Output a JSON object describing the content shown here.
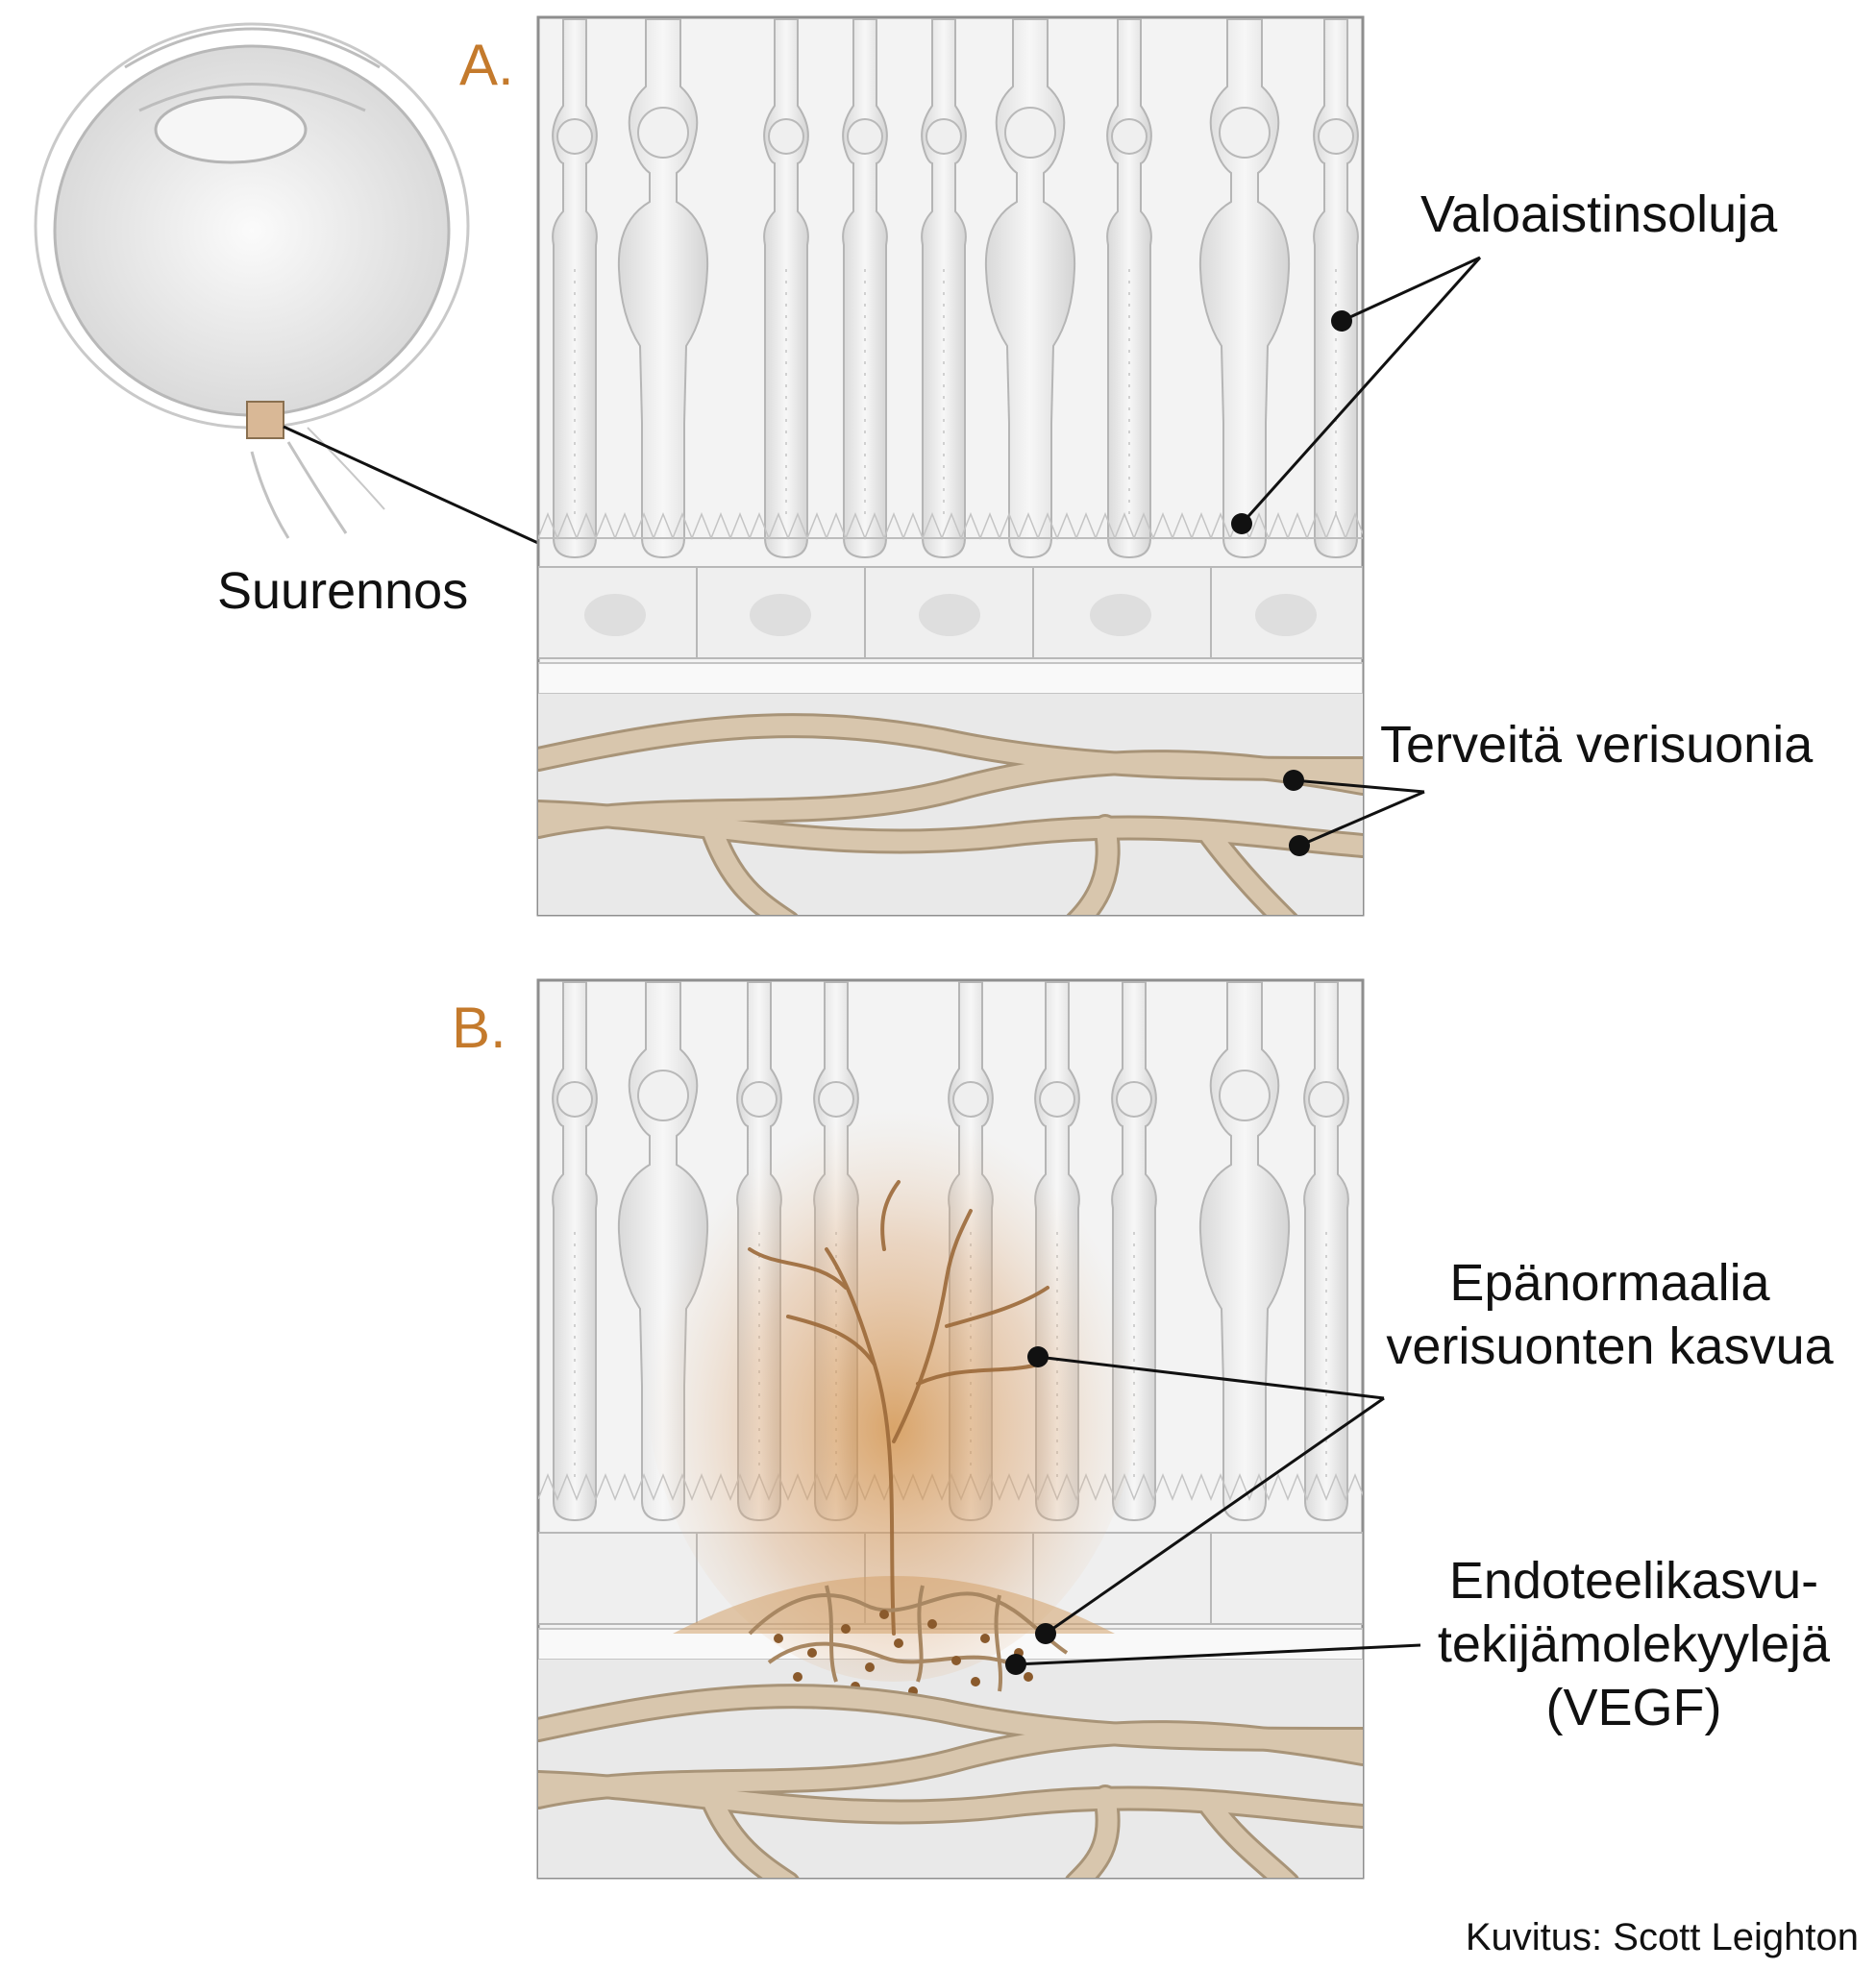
{
  "panels": {
    "a_letter": "A.",
    "b_letter": "B."
  },
  "labels": {
    "magnification": "Suurennos",
    "photoreceptors": "Valoaistinsoluja",
    "healthy_vessels": "Terveitä verisuonia",
    "abnormal_growth_line1": "Epänormaalia",
    "abnormal_growth_line2": "verisuonten kasvua",
    "vegf_line1": "Endoteelikasvu-",
    "vegf_line2": "tekijämolekyylejä",
    "vegf_line3": "(VEGF)"
  },
  "credit": "Kuvitus: Scott Leighton",
  "colors": {
    "vessel": "#d8c6ad",
    "vessel_edge": "#a89478",
    "cell": "#ececec",
    "cell_edge": "#b5b5b5",
    "growth": "#c8873a",
    "panel_letter": "#c47a2c",
    "magnify_box": "#d9b896"
  }
}
